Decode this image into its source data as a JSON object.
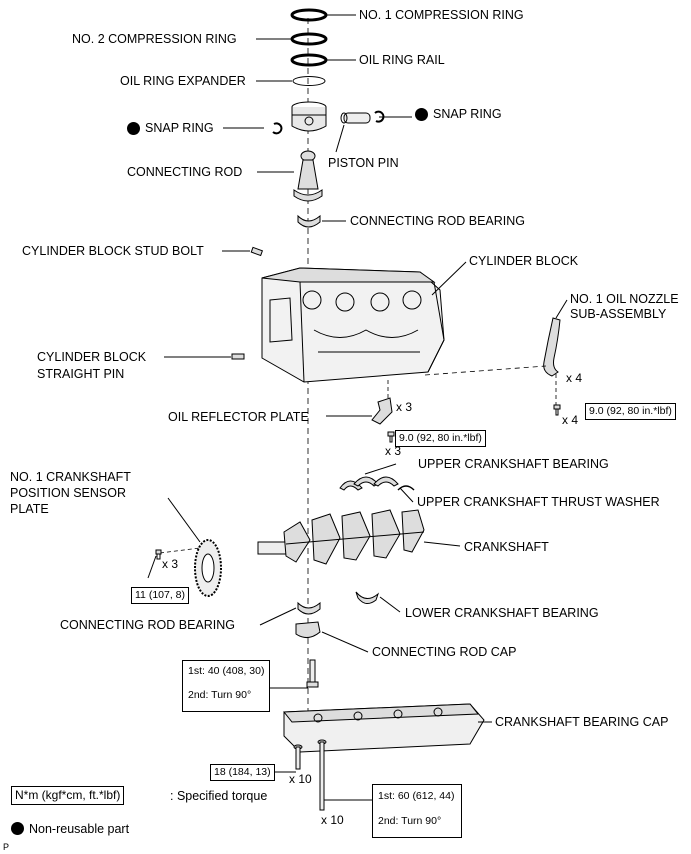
{
  "labels": {
    "no1_compression_ring": "NO. 1 COMPRESSION RING",
    "no2_compression_ring": "NO. 2 COMPRESSION RING",
    "oil_ring_rail": "OIL RING RAIL",
    "oil_ring_expander": "OIL RING EXPANDER",
    "snap_ring_left": "SNAP RING",
    "snap_ring_right": "SNAP RING",
    "piston_pin": "PISTON PIN",
    "connecting_rod": "CONNECTING ROD",
    "connecting_rod_bearing_upper": "CONNECTING ROD BEARING",
    "cylinder_block_stud_bolt": "CYLINDER BLOCK STUD BOLT",
    "cylinder_block": "CYLINDER BLOCK",
    "no1_oil_nozzle_line1": "NO. 1 OIL NOZZLE",
    "no1_oil_nozzle_line2": "SUB-ASSEMBLY",
    "cylinder_block_straight_pin_line1": "CYLINDER BLOCK",
    "cylinder_block_straight_pin_line2": "STRAIGHT PIN",
    "oil_reflector_plate": "OIL REFLECTOR PLATE",
    "upper_crankshaft_bearing": "UPPER CRANKSHAFT BEARING",
    "upper_crankshaft_thrust_washer": "UPPER CRANKSHAFT THRUST WASHER",
    "crank_pos_sensor_plate_line1": "NO. 1 CRANKSHAFT",
    "crank_pos_sensor_plate_line2": "POSITION SENSOR",
    "crank_pos_sensor_plate_line3": "PLATE",
    "crankshaft": "CRANKSHAFT",
    "connecting_rod_bearing_lower": "CONNECTING ROD BEARING",
    "lower_crankshaft_bearing": "LOWER CRANKSHAFT BEARING",
    "connecting_rod_cap": "CONNECTING ROD CAP",
    "crankshaft_bearing_cap": "CRANKSHAFT BEARING CAP"
  },
  "quantities": {
    "oil_nozzle_bolts": "x 4",
    "oil_nozzle": "x 4",
    "reflector_plate": "x 3",
    "reflector_bolts": "x 3",
    "sensor_plate_bolts": "x 3",
    "bearing_cap_small_bolts": "x 10",
    "bearing_cap_main_bolts": "x 10"
  },
  "torques": {
    "oil_nozzle": "9.0 (92, 80 in.*lbf)",
    "reflector_plate": "9.0 (92, 80 in.*lbf)",
    "sensor_plate": "11 (107, 8)",
    "connecting_rod_cap_step1": "1st: 40 (408, 30)",
    "connecting_rod_cap_step2": "2nd: Turn 90°",
    "bearing_cap_small": "18 (184, 13)",
    "bearing_cap_main_step1": "1st: 60 (612, 44)",
    "bearing_cap_main_step2": "2nd: Turn 90°"
  },
  "legend": {
    "torque_unit": "N*m (kgf*cm, ft.*lbf)",
    "torque_desc": ": Specified torque",
    "non_reusable": "Non-reusable part"
  },
  "footer_mark": "P"
}
